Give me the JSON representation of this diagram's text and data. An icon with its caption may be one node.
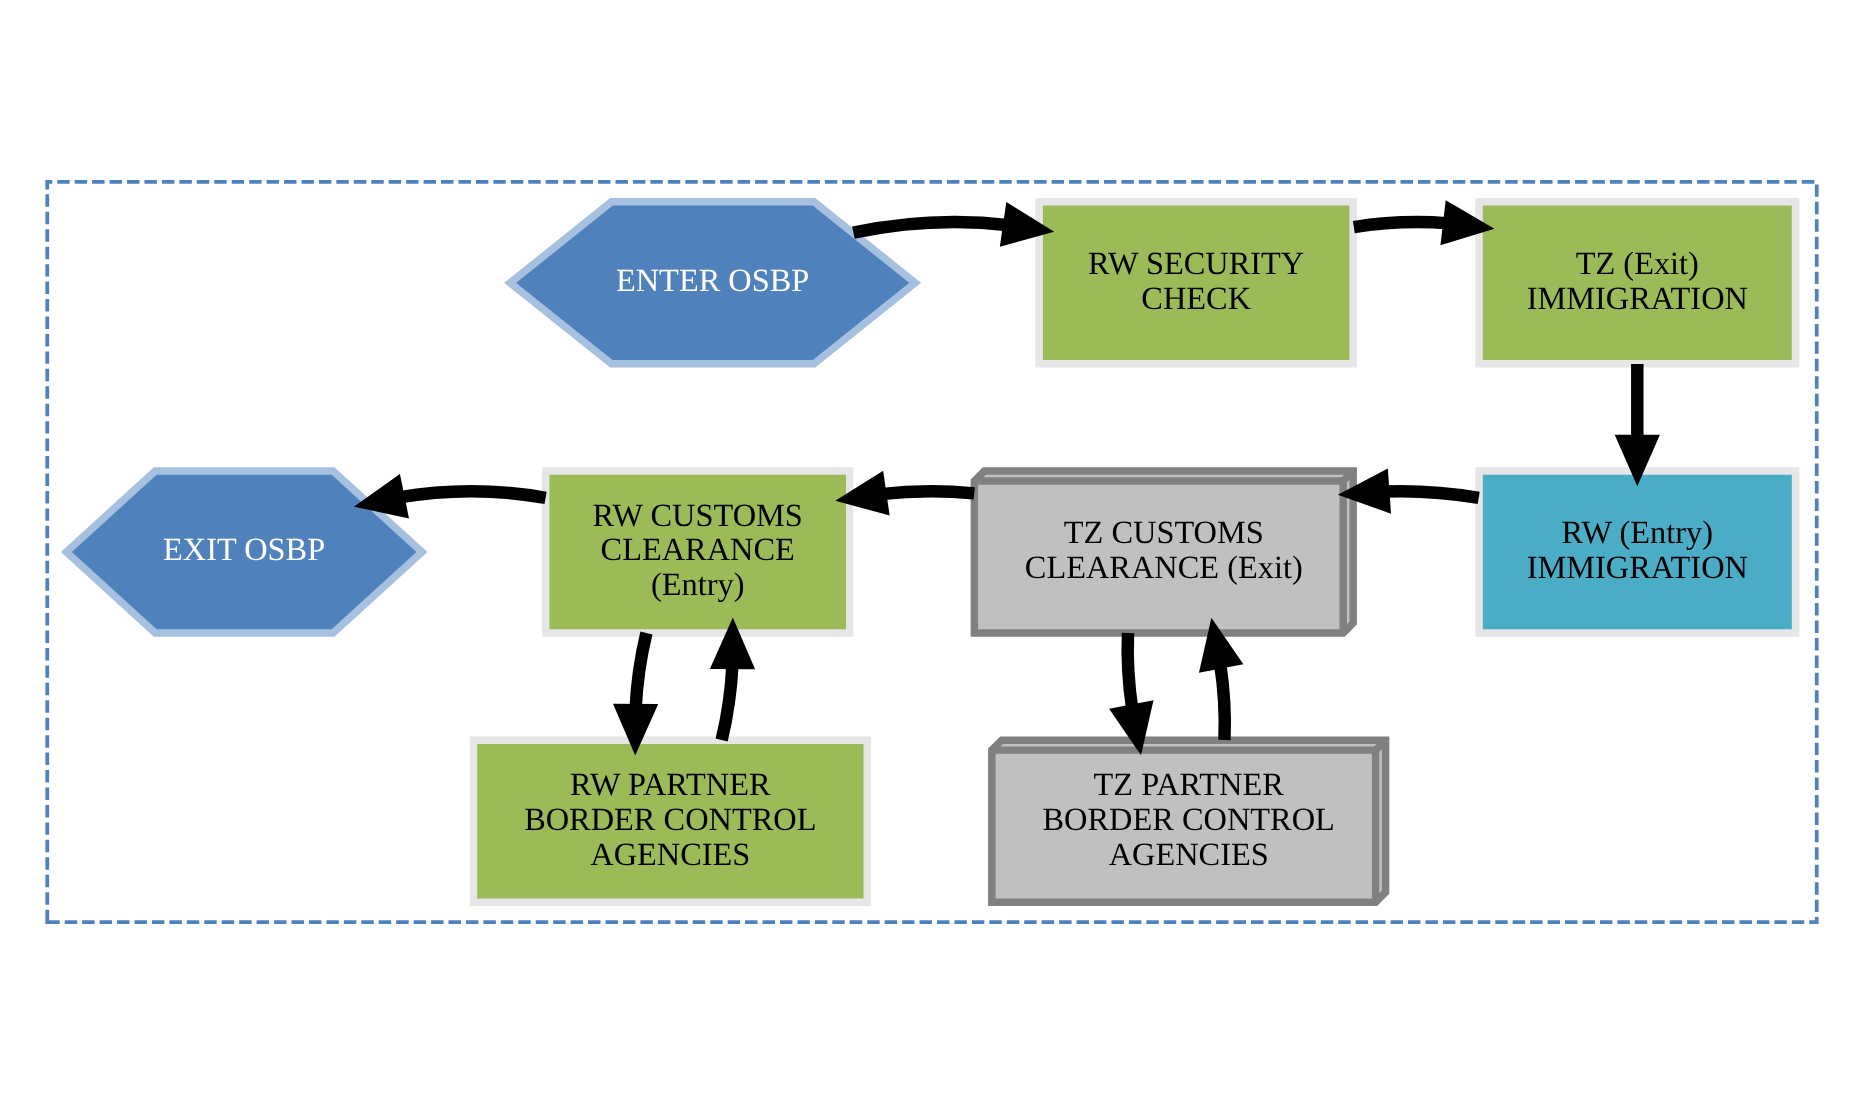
{
  "diagram": {
    "nodes": [
      {
        "text": [],
        "shape": "box"
      },
      {
        "text": [
          "ENTER OSBP"
        ],
        "in": 0
      },
      {
        "text": [
          "RW SECURITY CHECK"
        ],
        "in": 0
      },
      {
        "text": [
          "TZ (Exit) IMMIGRATION"
        ],
        "in": 0
      },
      {
        "text": [
          "EXIT OSBP"
        ],
        "in": 0
      },
      {
        "text": [
          "RW CUSTOMS CLEARANCE (Entry)"
        ],
        "in": 0
      },
      {
        "text": [
          "TZ CUSTOMS CLEARANCE (Exit)"
        ],
        "in": 0
      },
      {
        "text": [
          "RW (Entry) IMMIGRATION"
        ],
        "in": 0
      },
      {
        "text": [
          "RW PARTNER BORDER CONTROL AGENCIES"
        ],
        "in": 0
      },
      {
        "text": [
          "TZ PARTNER BORDER CONTROL AGENCIES"
        ],
        "in": 0
      }
    ],
    "edges": [
      {
        "from": 1,
        "to": 2,
        "arrow": "to"
      },
      {
        "from": 2,
        "to": 3,
        "arrow": "to"
      },
      {
        "from": 3,
        "to": 7,
        "arrow": "to"
      },
      {
        "from": 7,
        "to": 6,
        "arrow": "to"
      },
      {
        "from": 6,
        "to": 5,
        "arrow": "to"
      },
      {
        "from": 5,
        "to": 4,
        "arrow": "to"
      },
      {
        "from": 8,
        "to": 5,
        "arrow": "to"
      },
      {
        "from": 5,
        "to": 8,
        "arrow": "to"
      },
      {
        "from": 9,
        "to": 6,
        "arrow": "to"
      },
      {
        "from": 6,
        "to": 9,
        "arrow": "to"
      }
    ]
  }
}
